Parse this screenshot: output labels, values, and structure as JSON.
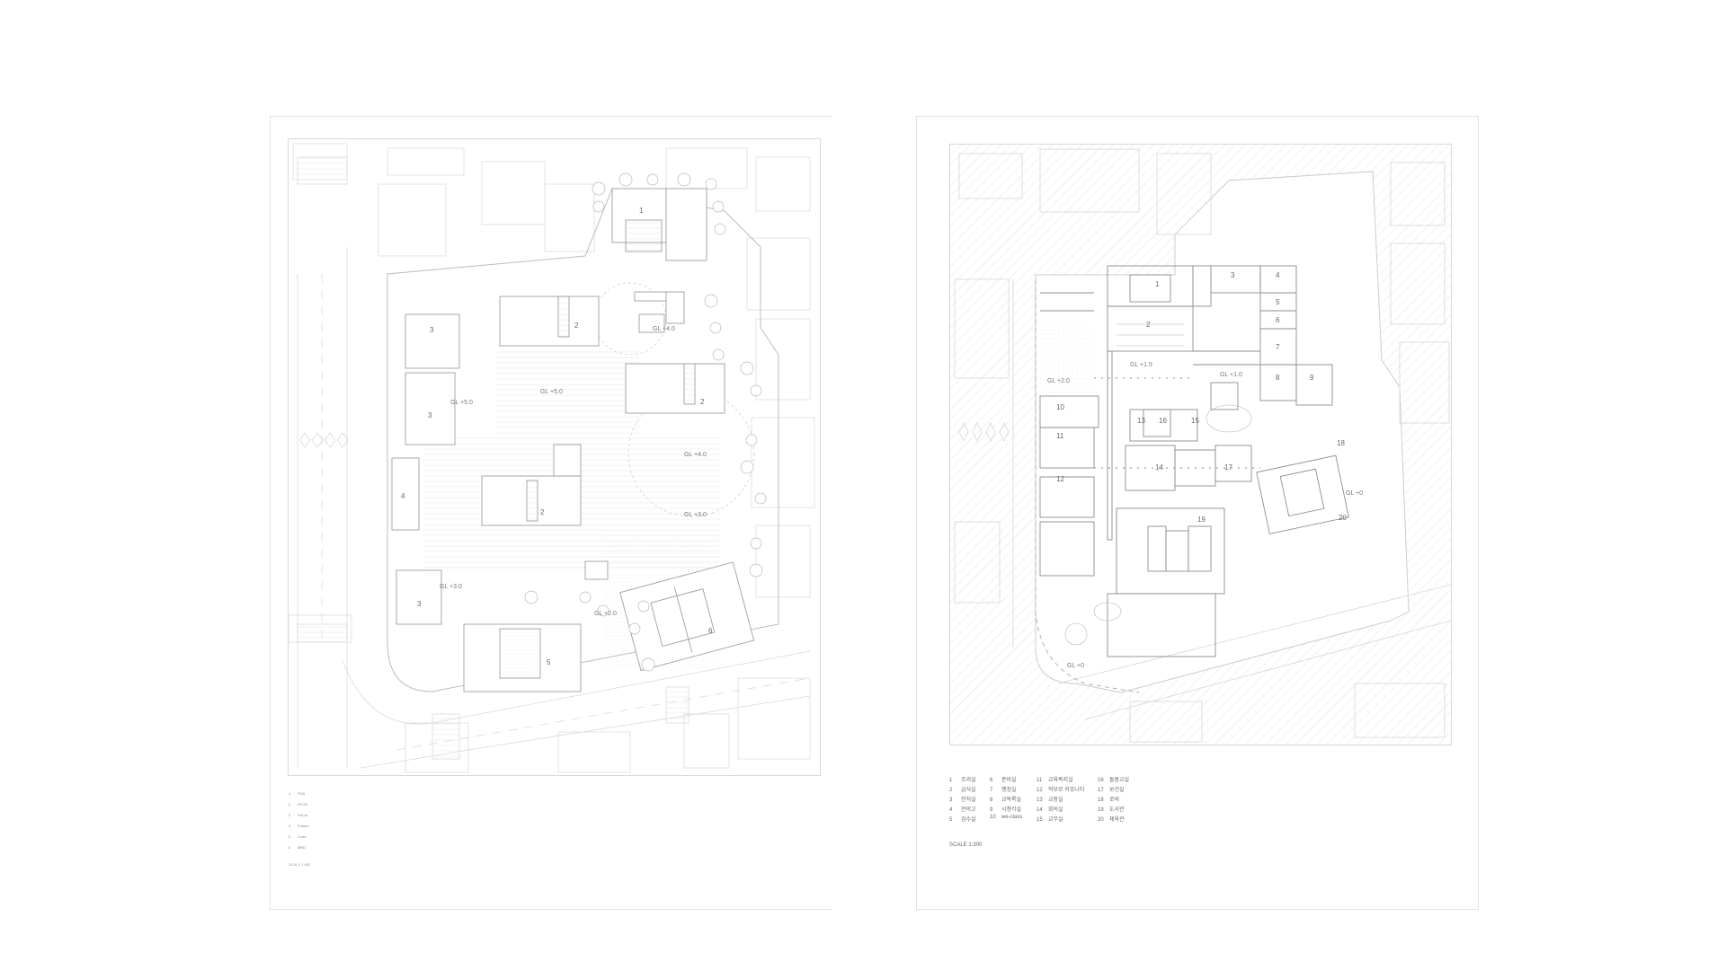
{
  "left_sheet": {
    "levels": [
      "GL +4.0",
      "GL +5.0",
      "GL +5.0",
      "GL +4.0",
      "GL +3.0",
      "GL +3.0",
      "GL +2.0"
    ],
    "room_numbers": [
      "1",
      "2",
      "2",
      "3",
      "3",
      "3",
      "4",
      "2",
      "5",
      "6"
    ],
    "legend": [
      {
        "num": "1",
        "label": "PCB"
      },
      {
        "num": "2",
        "label": "EPCB"
      },
      {
        "num": "3",
        "label": "PaCla"
      },
      {
        "num": "4",
        "label": "Pubaro"
      },
      {
        "num": "5",
        "label": "Cude"
      },
      {
        "num": "6",
        "label": "MRD"
      }
    ],
    "scale": "SCALE 1:800"
  },
  "right_sheet": {
    "levels": [
      "GL +1.5",
      "GL +1.0",
      "GL +2.0",
      "GL +0",
      "GL +0"
    ],
    "room_numbers": [
      "1",
      "2",
      "3",
      "4",
      "5",
      "6",
      "7",
      "8",
      "9",
      "10",
      "11",
      "12",
      "13",
      "14",
      "15",
      "16",
      "17",
      "18",
      "19",
      "20"
    ],
    "legend_columns": [
      [
        {
          "num": "1",
          "label": "조리실"
        },
        {
          "num": "2",
          "label": "급식실"
        },
        {
          "num": "3",
          "label": "전처실"
        },
        {
          "num": "4",
          "label": "전비고"
        },
        {
          "num": "5",
          "label": "검수실"
        }
      ],
      [
        {
          "num": "6",
          "label": "준비실"
        },
        {
          "num": "7",
          "label": "행정실"
        },
        {
          "num": "8",
          "label": "교목록실"
        },
        {
          "num": "9",
          "label": "시청각실"
        },
        {
          "num": "10",
          "label": "we-class"
        }
      ],
      [
        {
          "num": "11",
          "label": "교육복지실"
        },
        {
          "num": "12",
          "label": "학부모 커뮤니티"
        },
        {
          "num": "13",
          "label": "교장실"
        },
        {
          "num": "14",
          "label": "회의실"
        },
        {
          "num": "15",
          "label": "교무실"
        }
      ],
      [
        {
          "num": "16",
          "label": "돌봄교실"
        },
        {
          "num": "17",
          "label": "보건실"
        },
        {
          "num": "18",
          "label": "로비"
        },
        {
          "num": "19",
          "label": "도서관"
        },
        {
          "num": "20",
          "label": "체육관"
        }
      ]
    ],
    "scale": "SCALE 1:300"
  }
}
